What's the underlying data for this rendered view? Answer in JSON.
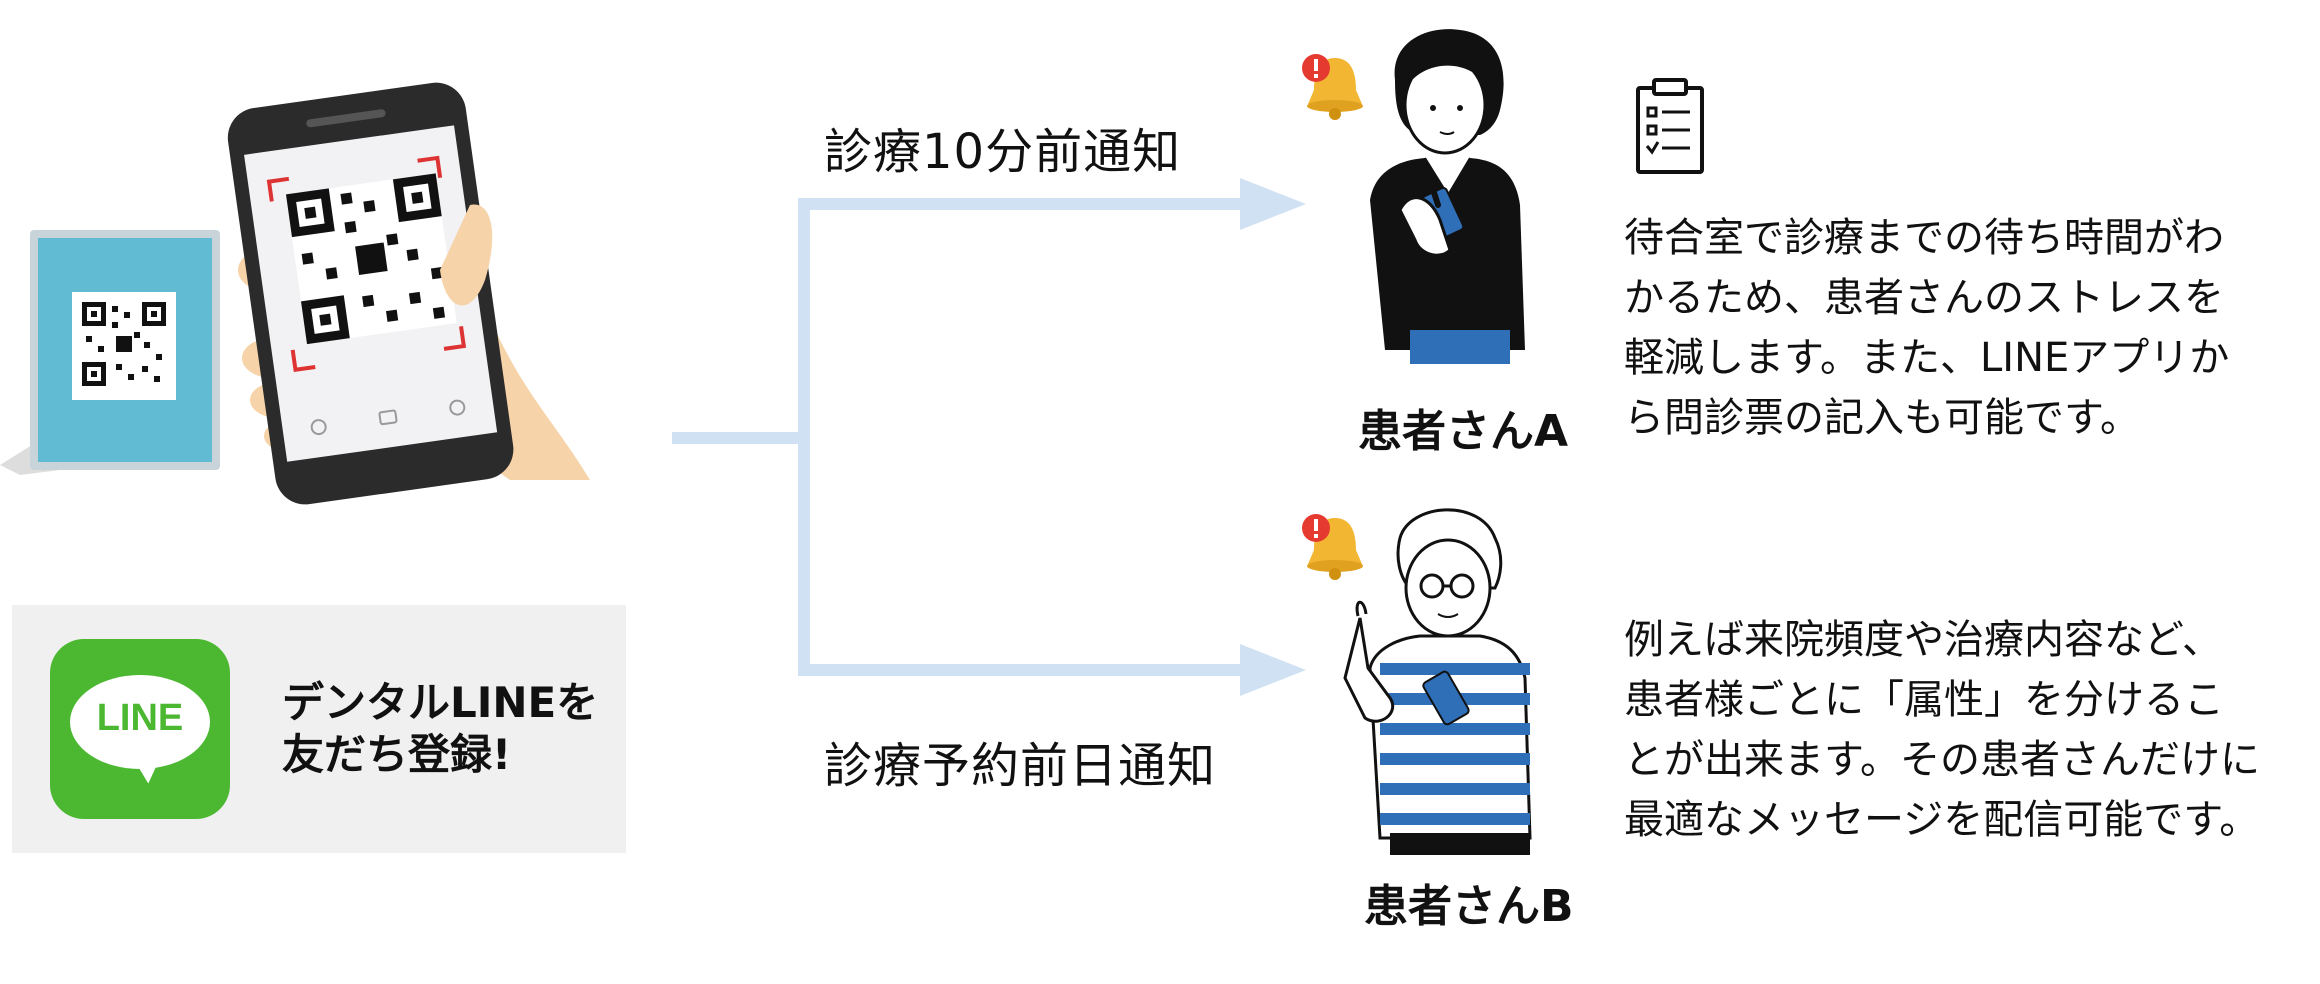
{
  "line_card": {
    "logo_text": "LINE",
    "cta_line1": "デンタルLINEを",
    "cta_line2": "友だち登録!"
  },
  "flow": {
    "top_label": "診療10分前通知",
    "bottom_label": "診療予約前日通知"
  },
  "patient_a": {
    "name": "患者さんA",
    "description": [
      "待合室で診療までの待ち時間がわ",
      "かるため、患者さんのストレスを",
      "軽減します。また、LINEアプリか",
      "ら問診票の記入も可能です。"
    ]
  },
  "patient_b": {
    "name": "患者さんB",
    "description": [
      "例えば来院頻度や治療内容など、",
      "患者様ごとに「属性」を分けるこ",
      "とが出来ます。その患者さんだけに",
      "最適なメッセージを配信可能です。"
    ]
  },
  "colors": {
    "connector": "#cfe1f3",
    "line_green": "#4cb832",
    "bell": "#f2b632",
    "alert": "#e53a2f",
    "stripe": "#2f6fb8"
  },
  "icons": [
    "qr-code-icon",
    "smartphone-icon",
    "bell-icon",
    "clipboard-checklist-icon",
    "line-logo-icon"
  ]
}
